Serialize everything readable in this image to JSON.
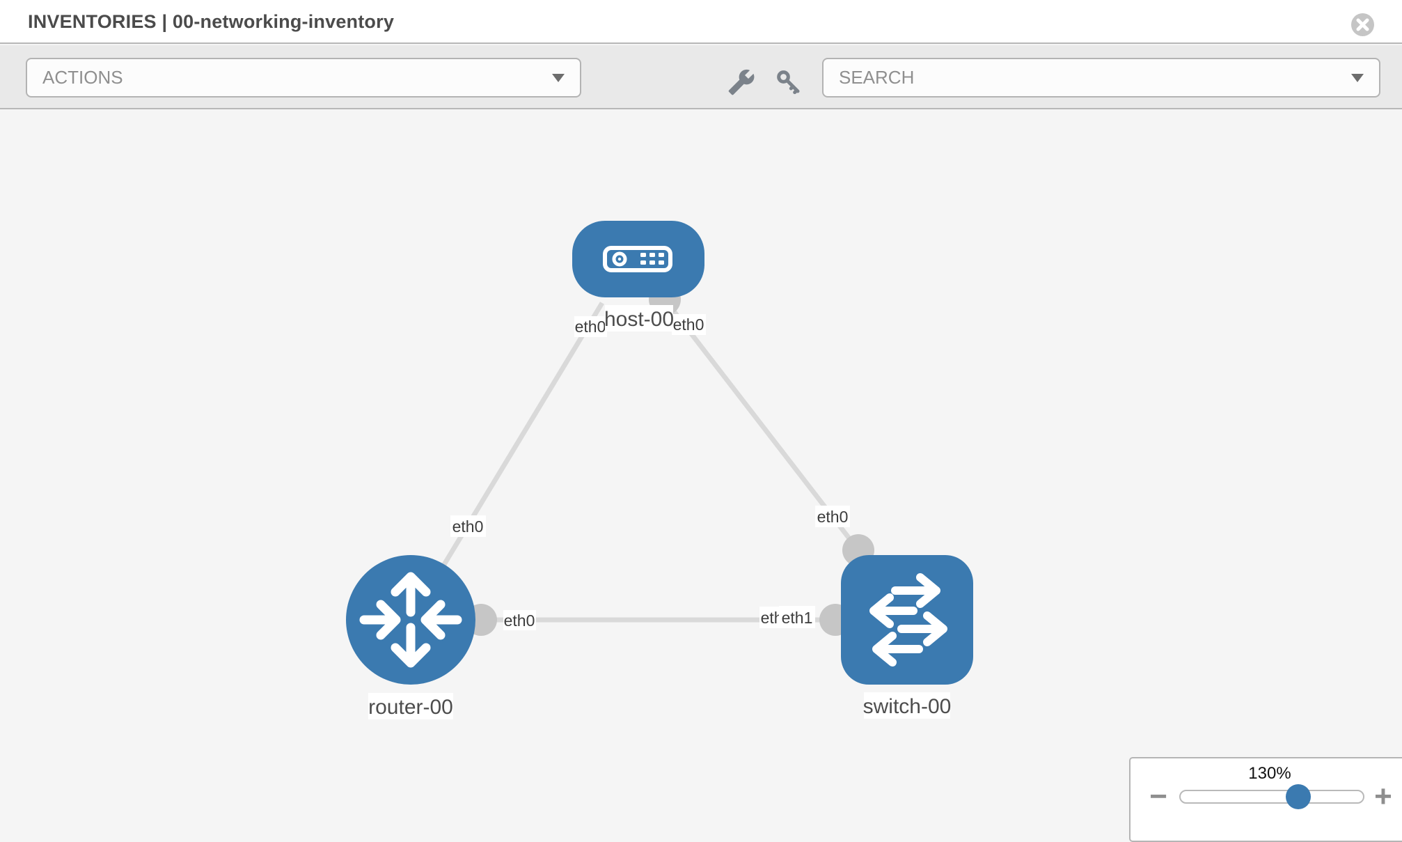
{
  "header": {
    "title": "INVENTORIES | 00-networking-inventory"
  },
  "toolbar": {
    "actions_label": "ACTIONS",
    "search_placeholder": "SEARCH",
    "icons": [
      "wrench-icon",
      "key-icon"
    ]
  },
  "canvas": {
    "labels": {
      "host_name": "host-00",
      "router_name": "router-00",
      "switch_name": "switch-00",
      "host_if_left": "eth0",
      "host_if_right": "eth0",
      "router_if_host": "eth0",
      "router_if_switch": "eth0",
      "switch_if_host": "eth0",
      "switch_if_router_back": "eth0",
      "switch_if_router_front": "eth1"
    },
    "nodes": [
      {
        "id": "host-00",
        "type": "host"
      },
      {
        "id": "router-00",
        "type": "router"
      },
      {
        "id": "switch-00",
        "type": "switch"
      }
    ],
    "links": [
      {
        "from": "host-00",
        "from_if": "eth0",
        "to": "router-00",
        "to_if": "eth0"
      },
      {
        "from": "host-00",
        "from_if": "eth0",
        "to": "switch-00",
        "to_if": "eth0"
      },
      {
        "from": "router-00",
        "from_if": "eth0",
        "to": "switch-00",
        "to_if": "eth1"
      }
    ]
  },
  "zoom_panel": {
    "level": "130%",
    "minus": "−",
    "plus": "+"
  },
  "colors": {
    "node_blue": "#3b7ab0",
    "connector_gray": "#c6c6c6",
    "link_gray": "#d9d9d9",
    "toolbar_bg": "#e9e9e9",
    "canvas_bg": "#f5f5f5",
    "border_gray": "#b3b3b3",
    "icon_gray": "#7b828a"
  }
}
